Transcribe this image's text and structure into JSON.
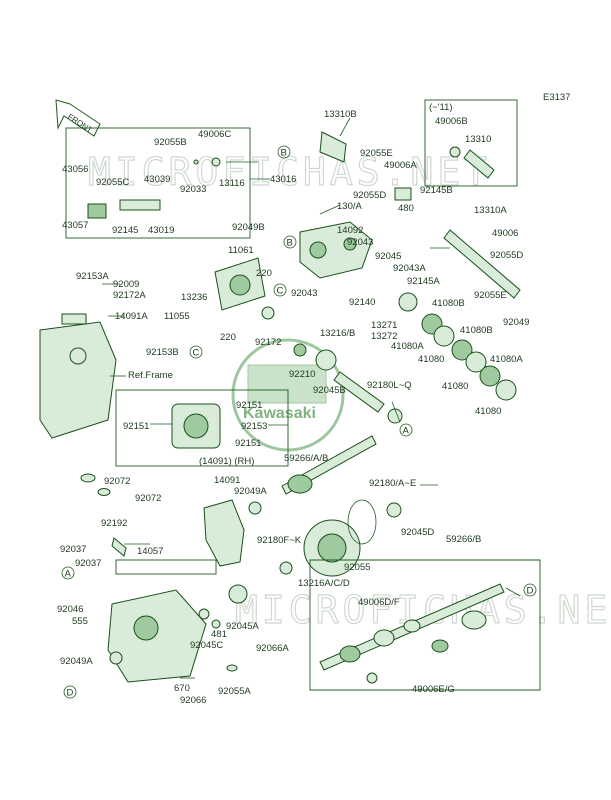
{
  "diagram_code": "E3137",
  "front_label": "FRONT",
  "watermark_text": "MICROFICHAS.NET",
  "logo_text": "Kawasaki",
  "ref_frame_label": "Ref.Frame",
  "rh_label": "(14091) (RH)",
  "labels": {
    "l43056": "43056",
    "l92055C": "92055C",
    "l43039": "43039",
    "l43057": "43057",
    "l92145a": "92145",
    "l43019": "43019",
    "l92055B": "92055B",
    "l49006C": "49006C",
    "l92033": "92033",
    "l13116": "13116",
    "l43016": "43016",
    "l13310B": "13310B",
    "l92055E_top": "92055E",
    "l92055D_top": "92055D",
    "l49006A": "49006A",
    "l480": "480",
    "l92145B": "92145B",
    "l_tilde11": "(~'11)",
    "l49006B": "49006B",
    "l13310": "13310",
    "l130A": "130/A",
    "l92049B": "92049B",
    "l14092": "14092",
    "l92043a": "92043",
    "l92045a": "92045",
    "l92043A": "92043A",
    "l92043b": "92043",
    "l11061": "11061",
    "l220a": "220",
    "l13236": "13236",
    "l220b": "220",
    "l92172": "92172",
    "l92153A": "92153A",
    "l92009": "92009",
    "l92172A": "92172A",
    "l14091A": "14091A",
    "l11055": "11055",
    "l92153B": "92153B",
    "l13310A": "13310A",
    "l49006": "49006",
    "l92055D": "92055D",
    "l92055E": "92055E",
    "l92049": "92049",
    "l92145A": "92145A",
    "l92140": "92140",
    "l41080B_1": "41080B",
    "l13271": "13271",
    "l13272": "13272",
    "l41080A_1": "41080A",
    "l41080_1": "41080",
    "l41080B_2": "41080B",
    "l41080_2": "41080",
    "l41080A_2": "41080A",
    "l41080_3": "41080",
    "l13216B": "13216/B",
    "l92210": "92210",
    "l92045B": "92045B",
    "l92180LQ": "92180L~Q",
    "l92151a": "92151",
    "l92151b": "92151",
    "l92153": "92153",
    "l92151c": "92151",
    "l59266AB": "59266/A/B",
    "l92072a": "92072",
    "l92072b": "92072",
    "l14091": "14091",
    "l92049A": "92049A",
    "l92180AE": "92180/A~E",
    "l92045D": "92045D",
    "l92192": "92192",
    "l92037a": "92037",
    "l92037b": "92037",
    "l14057": "14057",
    "l92180FK": "92180F~K",
    "l92055": "92055",
    "l13216ACD": "13216A/C/D",
    "l59266B": "59266/B",
    "l49006DF": "49006D/F",
    "l92046": "92046",
    "l555": "555",
    "l481": "481",
    "l92045A": "92045A",
    "l92045C": "92045C",
    "l92049A2": "92049A",
    "l92066A": "92066A",
    "l670": "670",
    "l92066": "92066",
    "l92055A": "92055A",
    "l49006EG": "49006E/G",
    "cA1": "A",
    "cA2": "A",
    "cB1": "B",
    "cB2": "B",
    "cC1": "C",
    "cC2": "C",
    "cD1": "D",
    "cD2": "D"
  }
}
